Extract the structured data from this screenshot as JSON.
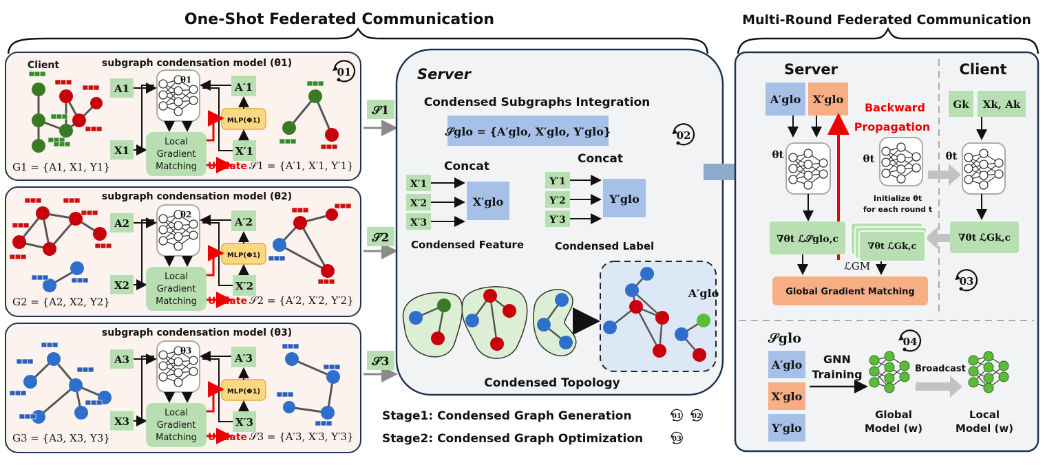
{
  "headers": {
    "one_shot": "One-Shot Federated Communication",
    "multi_round": "Multi-Round Federated Communication"
  },
  "clients": [
    {
      "title": "subgraph condensation model (θ1)",
      "client_label": "Client",
      "theta": "θ1",
      "a": "A1",
      "x": "X1",
      "a_prime": "A′1",
      "x_prime": "X′1",
      "mlp": "MLP(Φ1)",
      "lgm_line1": "Local",
      "lgm_line2": "Gradient",
      "lgm_line3": "Matching",
      "update": "Update",
      "graph_eq": "G1 = {A1, X1, Y1}",
      "s_eq": "𝒮1 = {A′1, X′1, Y′1}",
      "badge": "01",
      "s_label": "𝒮1"
    },
    {
      "title": "subgraph condensation model (θ2)",
      "theta": "θ2",
      "a": "A2",
      "x": "X2",
      "a_prime": "A′2",
      "x_prime": "X′2",
      "mlp": "MLP(Φ1)",
      "lgm_line1": "Local",
      "lgm_line2": "Gradient",
      "lgm_line3": "Matching",
      "update": "Update",
      "graph_eq": "G2 = {A2, X2, Y2}",
      "s_eq": "𝒮2 = {A′2, X′2, Y′2}",
      "s_label": "𝒮2"
    },
    {
      "title": "subgraph condensation model (θ3)",
      "theta": "θ3",
      "a": "A3",
      "x": "X3",
      "a_prime": "A′3",
      "x_prime": "X′3",
      "mlp": "MLP(Φ1)",
      "lgm_line1": "Local",
      "lgm_line2": "Gradient",
      "lgm_line3": "Matching",
      "update": "Update",
      "graph_eq": "G3 = {A3, X3, Y3}",
      "s_eq": "𝒮3 = {A′3, X′3, Y′3}",
      "s_label": "𝒮3"
    }
  ],
  "server": {
    "title": "Server",
    "integration_title": "Condensed Subgraphs Integration",
    "s_glo_eq": "𝒮glo = {A′glo, X′glo, Y′glo}",
    "badge": "02",
    "concat_left": "Concat",
    "concat_right": "Concat",
    "x_inputs": [
      "X′1",
      "X′2",
      "X′3"
    ],
    "y_inputs": [
      "Y′1",
      "Y′2",
      "Y′3"
    ],
    "x_glo": "X′glo",
    "y_glo": "Y′glo",
    "condensed_feature": "Condensed Feature",
    "condensed_label": "Condensed Label",
    "a_glo": "A′glo",
    "condensed_topology": "Condensed Topology"
  },
  "stages": {
    "stage1": "Stage1: Condensed Graph Generation",
    "stage2": "Stage2: Condensed Graph Optimization",
    "badge1a": "01",
    "badge1b": "02",
    "badge2": "03"
  },
  "right": {
    "server_title": "Server",
    "client_title": "Client",
    "a_glo": "A′glo",
    "x_glo": "X′glo",
    "backward": "Backward",
    "propagation": "Propagation",
    "theta_t_left": "θt",
    "theta_t_mid": "θt",
    "theta_t_right": "θt",
    "init_line1": "Initialize θt",
    "init_line2": "for each round t",
    "grad_server": "∇θt ℒ𝒮glo,c",
    "grad_client_stack": "∇θt ℒGk,c",
    "grad_client": "∇θt ℒGk,c",
    "l_gm": "ℒGM",
    "ggm": "Global Gradient Matching",
    "badge3": "03",
    "g_k": "Gk",
    "x_k": "Xk, Ak",
    "s_glo": "𝒮glo",
    "badge4": "04",
    "a_glo2": "A′glo",
    "x_glo2": "X′glo",
    "y_glo2": "Y′glo",
    "gnn_line1": "GNN",
    "gnn_line2": "Training",
    "broadcast": "Broadcast",
    "global_line1": "Global",
    "global_line2": "Model (w)",
    "local_line1": "Local",
    "local_line2": "Model (w)"
  },
  "colors": {
    "green_box": "#b8dfb1",
    "blue_box": "#a7c0e8",
    "orange_box": "#f7ae84",
    "yellow_box": "#fdd882",
    "node_green": "#3a7a24",
    "node_red": "#c8000c",
    "node_blue": "#2f6fcc",
    "red_arrow": "#ee0000",
    "client_bg": "#fcf3ee",
    "server_bg": "#f2f3f5"
  }
}
